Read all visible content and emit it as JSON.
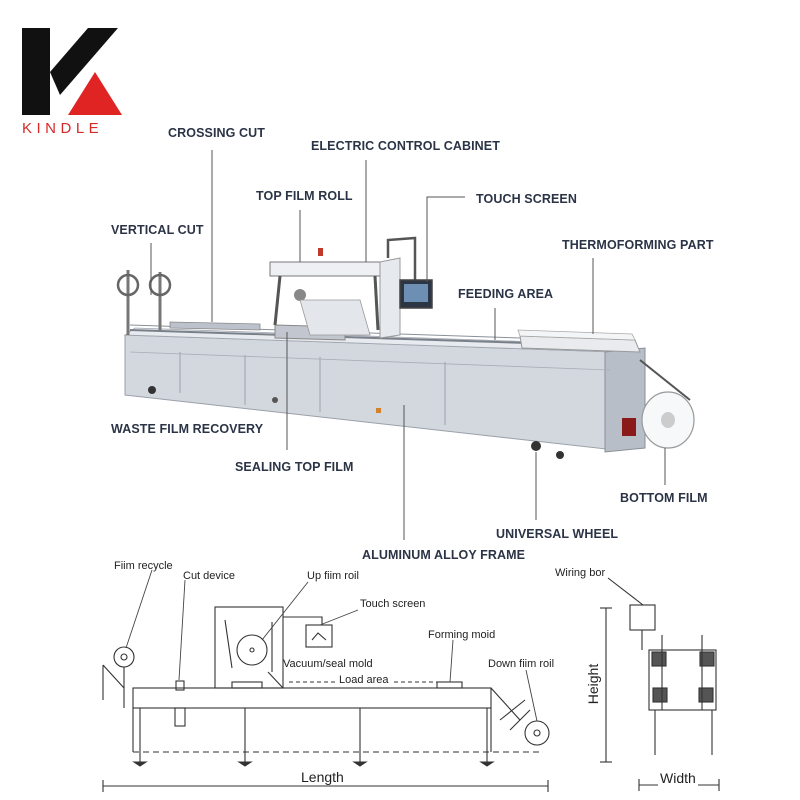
{
  "brand": {
    "name": "KINDLE",
    "colors": {
      "black": "#111111",
      "red": "#e02424",
      "label": "#2b3446",
      "metal": "#c9ced6"
    }
  },
  "photo_labels": {
    "crossing_cut": "CROSSING CUT",
    "electric_control_cabinet": "ELECTRIC CONTROL CABINET",
    "top_film_roll": "TOP FILM ROLL",
    "touch_screen": "TOUCH SCREEN",
    "vertical_cut": "VERTICAL CUT",
    "thermoforming_part": "THERMOFORMING PART",
    "feeding_area": "FEEDING AREA",
    "waste_film_recovery": "WASTE FILM RECOVERY",
    "sealing_top_film": "SEALING TOP FILM",
    "bottom_film": "BOTTOM FILM",
    "universal_wheel": "UNIVERSAL WHEEL",
    "aluminum_alloy_frame": "ALUMINUM ALLOY FRAME"
  },
  "schematic_labels": {
    "film_recycle": "Fiim recycle",
    "cut_device": "Cut device",
    "up_film_roll": "Up fiim roil",
    "touch_screen": "Touch screen",
    "forming_mold": "Forming moid",
    "vacuum_seal_mold": "Vacuum/seal mold",
    "load_area": "Load area",
    "down_film_roll": "Down fiim roil",
    "wiring_box": "Wiring bor"
  },
  "dimensions": {
    "length": "Length",
    "height": "Height",
    "width": "Width"
  }
}
